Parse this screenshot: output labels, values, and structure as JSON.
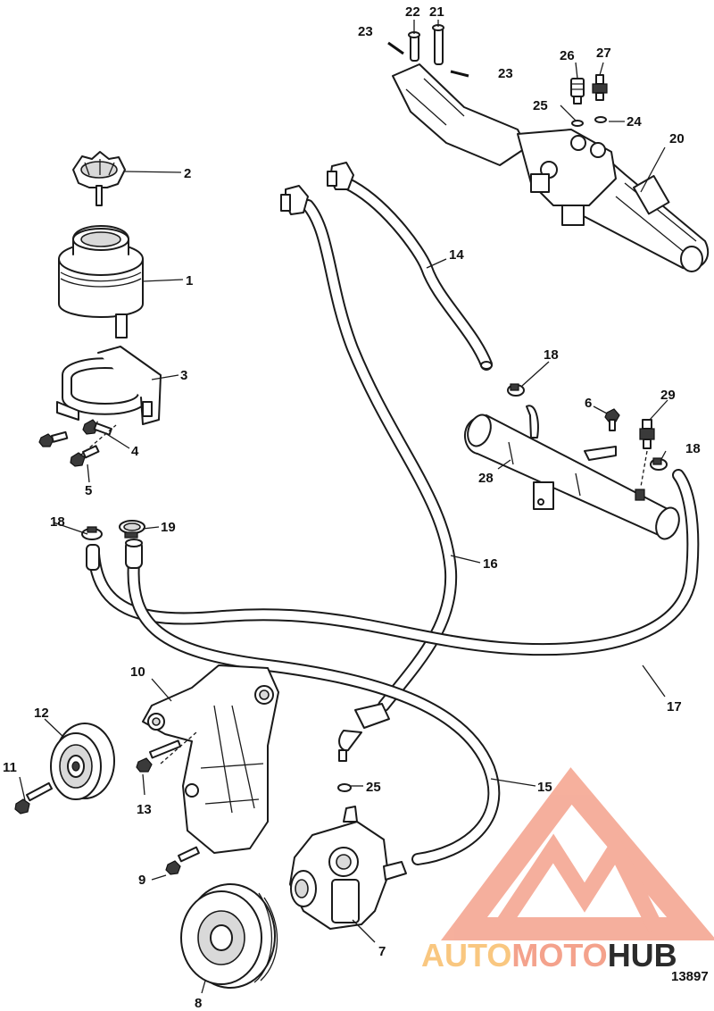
{
  "callouts": [
    {
      "id": "1",
      "label": "1"
    },
    {
      "id": "2",
      "label": "2"
    },
    {
      "id": "3",
      "label": "3"
    },
    {
      "id": "4",
      "label": "4"
    },
    {
      "id": "5",
      "label": "5"
    },
    {
      "id": "6",
      "label": "6"
    },
    {
      "id": "7",
      "label": "7"
    },
    {
      "id": "8",
      "label": "8"
    },
    {
      "id": "9",
      "label": "9"
    },
    {
      "id": "10",
      "label": "10"
    },
    {
      "id": "11",
      "label": "11"
    },
    {
      "id": "12",
      "label": "12"
    },
    {
      "id": "13",
      "label": "13"
    },
    {
      "id": "14",
      "label": "14"
    },
    {
      "id": "15",
      "label": "15"
    },
    {
      "id": "16",
      "label": "16"
    },
    {
      "id": "17",
      "label": "17"
    },
    {
      "id": "18a",
      "label": "18"
    },
    {
      "id": "18b",
      "label": "18"
    },
    {
      "id": "18c",
      "label": "18"
    },
    {
      "id": "19",
      "label": "19"
    },
    {
      "id": "20",
      "label": "20"
    },
    {
      "id": "21",
      "label": "21"
    },
    {
      "id": "22",
      "label": "22"
    },
    {
      "id": "23a",
      "label": "23"
    },
    {
      "id": "23b",
      "label": "23"
    },
    {
      "id": "24",
      "label": "24"
    },
    {
      "id": "25a",
      "label": "25"
    },
    {
      "id": "25b",
      "label": "25"
    },
    {
      "id": "26",
      "label": "26"
    },
    {
      "id": "27",
      "label": "27"
    },
    {
      "id": "28",
      "label": "28"
    },
    {
      "id": "29",
      "label": "29"
    }
  ],
  "drawing_number": "13897",
  "watermark": {
    "part1": "AUTO",
    "part2": "MOTO",
    "part3": "HUB",
    "color_primary": "#f4a28c",
    "color_accent": "#f9c780",
    "color_dark": "#2b2b2b"
  }
}
